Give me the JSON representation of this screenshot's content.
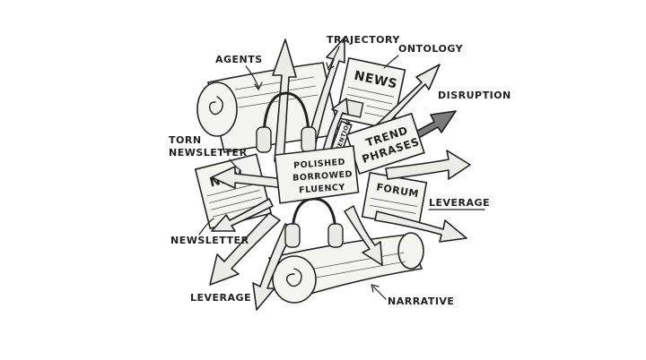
{
  "labels": {
    "agents": "AGENTS",
    "trajectory": "TRAJECTORY",
    "ontology": "ONTOLOGY",
    "disruption": "DISRUPTION",
    "torn_newsletter_1": "TORN",
    "torn_newsletter_2": "NEWSLETTER",
    "leverage_right": "LEVERAGE",
    "newsletter": "NEWSLETTER",
    "leverage_left": "LEVERAGE",
    "narrative": "NARRATIVE"
  },
  "center_sign": {
    "line1": "POLISHED",
    "line2": "BORROWED",
    "line3": "FLUENCY"
  },
  "trend_sign": {
    "line1": "TREND",
    "line2": "PHRASES"
  },
  "newspaper_top": "NEWS",
  "newspaper_left": "NEW",
  "forum_sign": "FORUM",
  "small_tag": "ATTENTION"
}
